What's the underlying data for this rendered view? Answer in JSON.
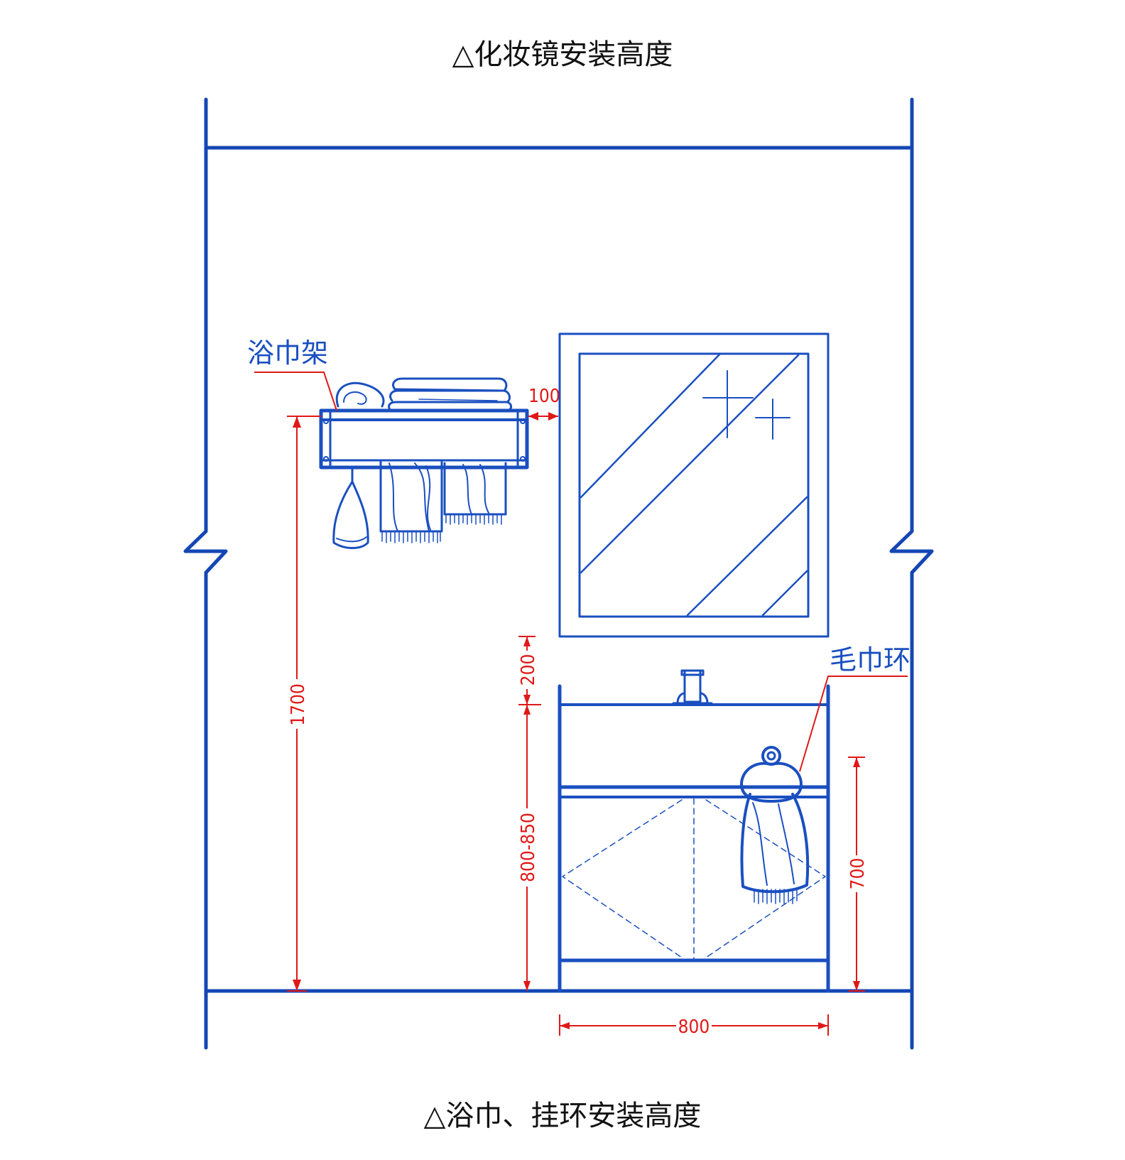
{
  "captions": {
    "top": "△化妆镜安装高度",
    "bottom": "△浴巾、挂环安装高度"
  },
  "labels": {
    "towel_rack": "浴巾架",
    "towel_ring": "毛巾环"
  },
  "dimensions": {
    "rack_mirror_gap": "100",
    "rack_height": "1700",
    "mirror_above_basin": "200",
    "basin_height": "800-850",
    "ring_height": "700",
    "cabinet_width": "800"
  },
  "colors": {
    "drawing": "#1a4fc0",
    "dimension": "#e01818"
  }
}
